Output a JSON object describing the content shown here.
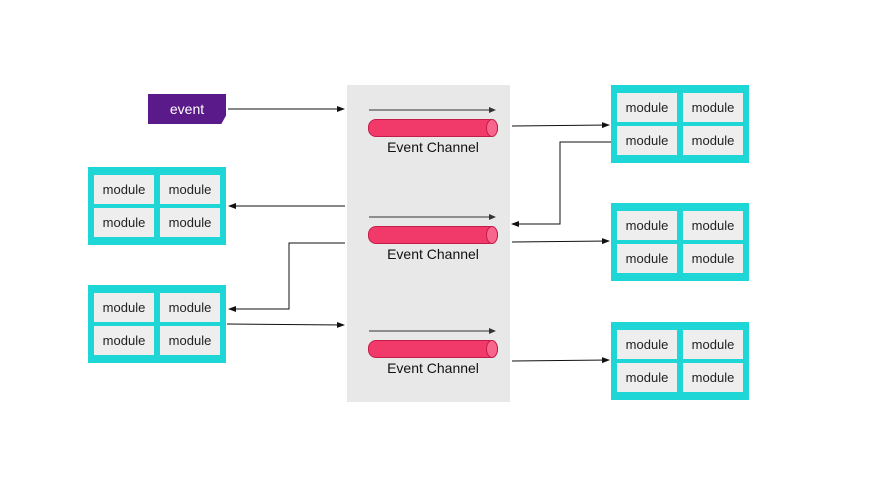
{
  "event": {
    "label": "event"
  },
  "channels": [
    {
      "label": "Event Channel"
    },
    {
      "label": "Event Channel"
    },
    {
      "label": "Event Channel"
    }
  ],
  "module_groups": [
    {
      "modules": [
        "module",
        "module",
        "module",
        "module"
      ]
    },
    {
      "modules": [
        "module",
        "module",
        "module",
        "module"
      ]
    },
    {
      "modules": [
        "module",
        "module",
        "module",
        "module"
      ]
    },
    {
      "modules": [
        "module",
        "module",
        "module",
        "module"
      ]
    },
    {
      "modules": [
        "module",
        "module",
        "module",
        "module"
      ]
    }
  ],
  "colors": {
    "event_badge": "#5b1a8a",
    "channel_pipe": "#f23a6a",
    "module_group": "#1ed6d6",
    "module_cell": "#eeeeee",
    "channel_panel": "#e8e8e8"
  }
}
